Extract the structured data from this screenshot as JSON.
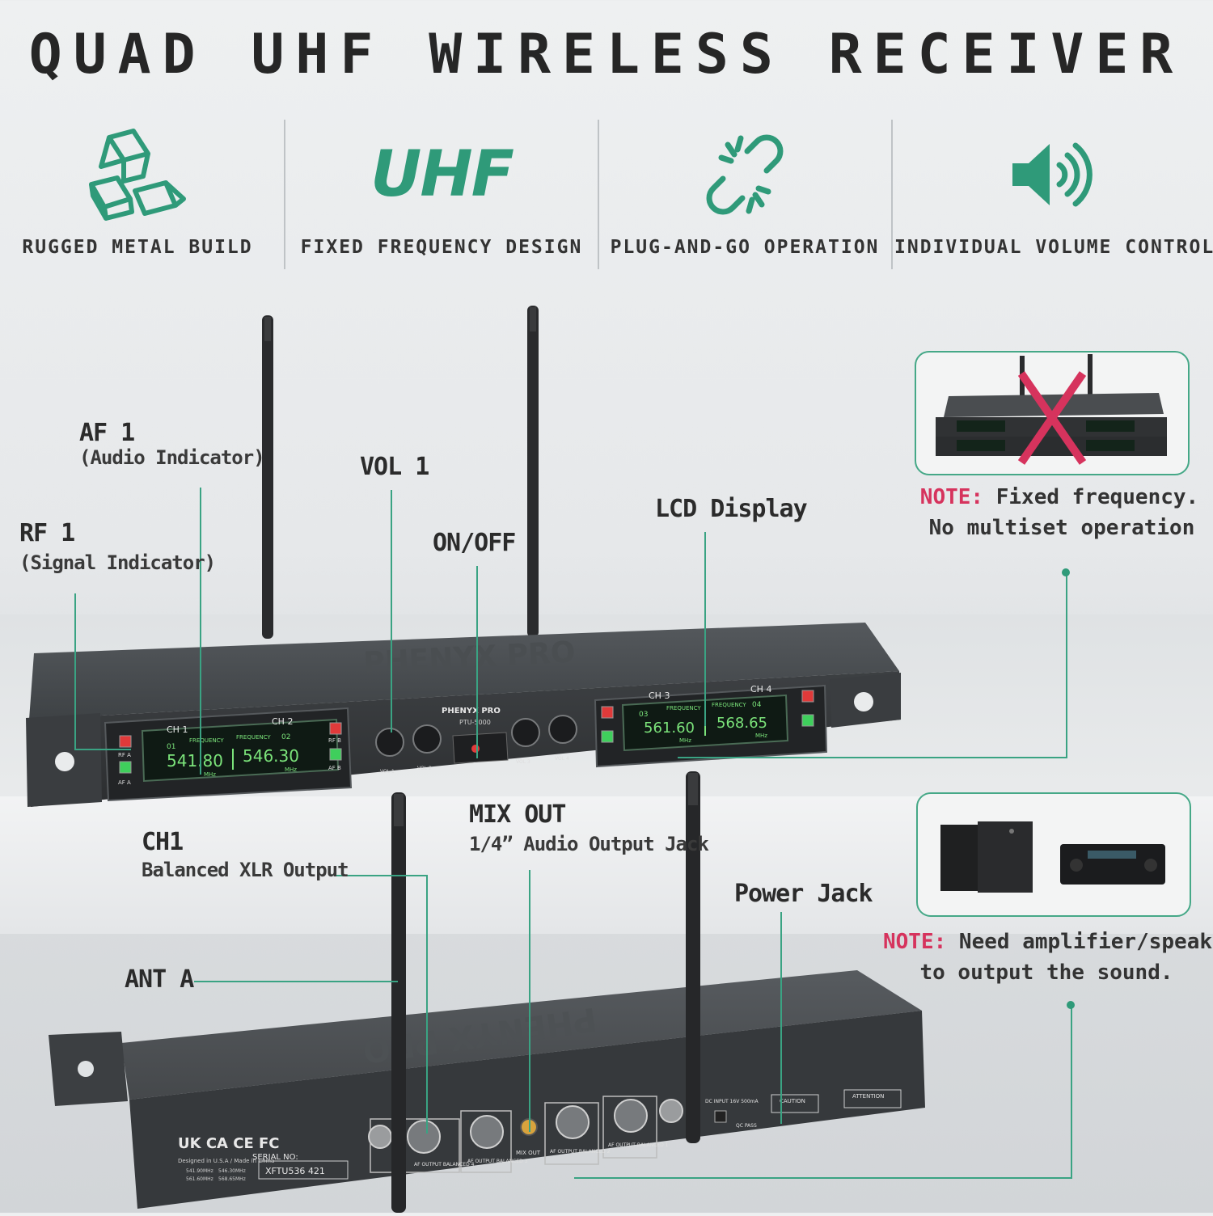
{
  "title": "QUAD UHF WIRELESS RECEIVER",
  "colors": {
    "accent": "#2f9a79",
    "note_red": "#d6335d",
    "lcd": "#7be37a",
    "device": "#3c3f42"
  },
  "features": [
    {
      "icon": "metal-bars-icon",
      "label": "RUGGED METAL BUILD"
    },
    {
      "icon": "uhf-text-icon",
      "icon_text": "UHF",
      "label": "FIXED FREQUENCY DESIGN"
    },
    {
      "icon": "broken-link-icon",
      "label": "PLUG-AND-GO OPERATION"
    },
    {
      "icon": "speaker-volume-icon",
      "label": "INDIVIDUAL VOLUME CONTROL"
    }
  ],
  "callouts": {
    "af1": {
      "main": "AF 1",
      "sub": "(Audio Indicator)"
    },
    "rf1": {
      "main": "RF 1",
      "sub": "(Signal Indicator)"
    },
    "vol1": {
      "main": "VOL 1"
    },
    "onoff": {
      "main": "ON/OFF"
    },
    "lcd": {
      "main": "LCD Display"
    },
    "ch1": {
      "main": "CH1",
      "sub": "Balanced XLR Output"
    },
    "mixout": {
      "main": "MIX OUT",
      "sub": "1/4” Audio Output Jack"
    },
    "power": {
      "main": "Power Jack"
    },
    "anta": {
      "main": "ANT A"
    }
  },
  "notes": {
    "multiset": {
      "prefix": "NOTE:",
      "line1": " Fixed frequency.",
      "line2": "No multiset operation"
    },
    "amplifier": {
      "prefix": "NOTE:",
      "line1": " Need amplifier/speaker",
      "line2": "to output the sound."
    }
  },
  "front_panel": {
    "brand": "PHENYX PRO",
    "model": "PTU-5000",
    "ch1": {
      "label": "CH 1",
      "num": "01",
      "freq": "541.80",
      "unit": "MHz"
    },
    "ch2": {
      "label": "CH 2",
      "num": "02",
      "freq": "546.30",
      "unit": "MHz"
    },
    "ch3": {
      "label": "CH 3",
      "num": "03",
      "freq": "561.60",
      "unit": "MHz"
    },
    "ch4": {
      "label": "CH 4",
      "num": "04",
      "freq": "568.65",
      "unit": "MHz"
    },
    "freq_label": "FREQUENCY",
    "rf_a": "RF A",
    "af_a": "AF A",
    "rf_b": "RF B",
    "af_b": "AF B",
    "vol_labels": [
      "VOL 1",
      "VOL 2",
      "VOL 3",
      "VOL 4"
    ]
  },
  "rear_panel": {
    "serial_label": "SERIAL NO:",
    "serial": "XFTU536 421",
    "freq_table": [
      "541.90MHz",
      "546.30MHz",
      "561.60MHz",
      "568.65MHz"
    ],
    "cert": "UK CA CE FC",
    "made": "Designed in U.S.A / Made in China",
    "mix_out": "MIX OUT",
    "out4": "AF OUTPUT BALANCED 4",
    "out3": "AF OUTPUT BALANCED 3",
    "out2": "AF OUTPUT BALANCED 2",
    "out1": "AF OUTPUT BALANCED 1",
    "dc_input": "DC INPUT 16V 500mA",
    "caution": "CAUTION",
    "attention": "ATTENTION",
    "qc": "QC PASS"
  }
}
